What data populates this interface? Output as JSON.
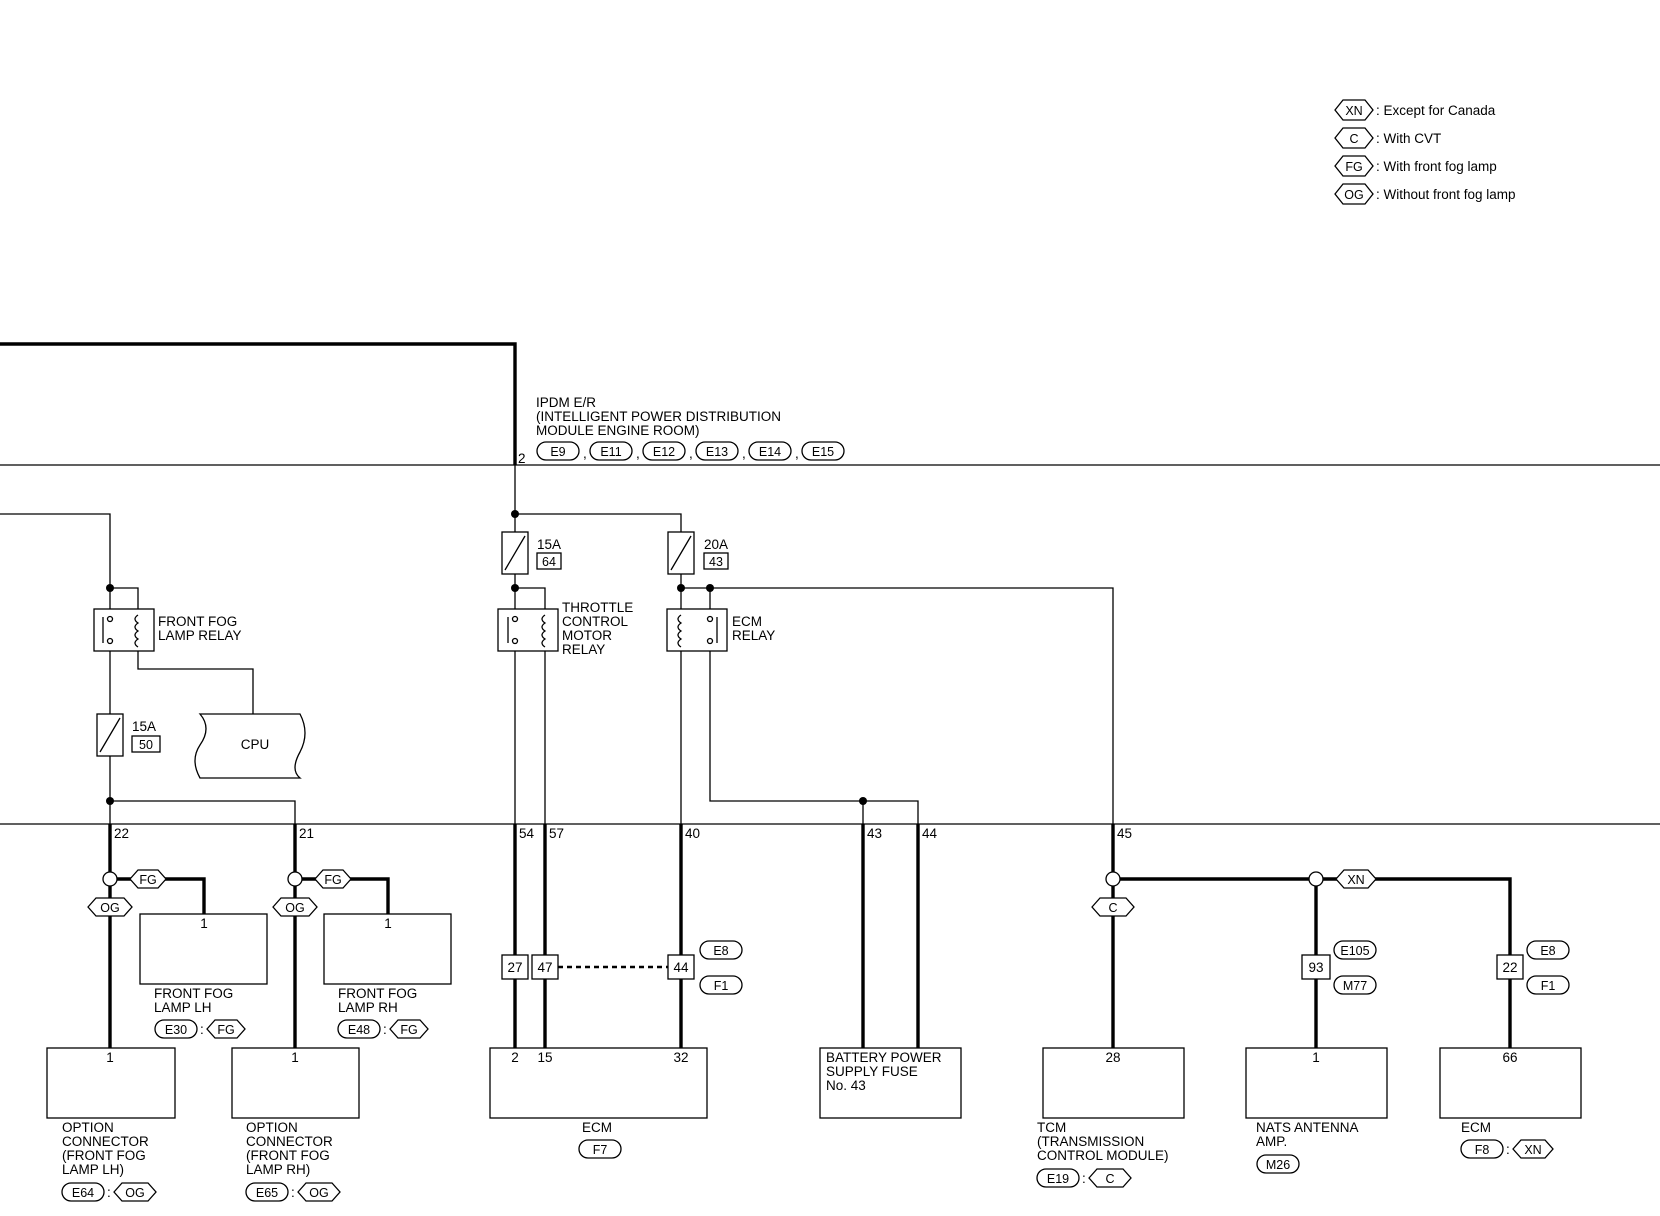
{
  "legend": [
    {
      "code": "XN",
      "text": ": Except for Canada"
    },
    {
      "code": "C",
      "text": ": With CVT"
    },
    {
      "code": "FG",
      "text": ": With front fog lamp"
    },
    {
      "code": "OG",
      "text": ": Without front fog lamp"
    }
  ],
  "ipdm": {
    "title": [
      "IPDM E/R",
      "(INTELLIGENT POWER DISTRIBUTION",
      " MODULE ENGINE ROOM)"
    ],
    "pin": "2",
    "connectors": [
      "E9",
      "E11",
      "E12",
      "E13",
      "E14",
      "E15"
    ],
    "separator": ","
  },
  "fuses": [
    {
      "amp": "15A",
      "no": "64"
    },
    {
      "amp": "20A",
      "no": "43"
    },
    {
      "amp": "15A",
      "no": "50"
    }
  ],
  "relays": {
    "front_fog": [
      "FRONT FOG",
      "LAMP RELAY"
    ],
    "throttle": [
      "THROTTLE",
      "CONTROL",
      "MOTOR",
      "RELAY"
    ],
    "ecm": [
      "ECM",
      "RELAY"
    ]
  },
  "cpu": "CPU",
  "ipdm_pins": [
    "22",
    "21",
    "54",
    "57",
    "40",
    "43",
    "44",
    "45"
  ],
  "tags": {
    "fg": "FG",
    "og": "OG",
    "c": "C",
    "xn": "XN"
  },
  "fog_lh": {
    "pin": "1",
    "name": [
      "FRONT FOG",
      "LAMP LH"
    ],
    "conn": "E30",
    "sep": ":"
  },
  "fog_rh": {
    "pin": "1",
    "name": [
      "FRONT FOG",
      "LAMP RH"
    ],
    "conn": "E48",
    "sep": ":"
  },
  "opt_lh": {
    "pin": "1",
    "name": [
      "OPTION",
      "CONNECTOR",
      "(FRONT FOG",
      " LAMP LH)"
    ],
    "conn": "E64",
    "sep": ":"
  },
  "opt_rh": {
    "pin": "1",
    "name": [
      "OPTION",
      "CONNECTOR",
      "(FRONT FOG",
      " LAMP RH)"
    ],
    "conn": "E65",
    "sep": ":"
  },
  "joint": {
    "pins": [
      "27",
      "47",
      "44"
    ],
    "conns": [
      "E8",
      "F1"
    ]
  },
  "ecm_main": {
    "pins": [
      "2",
      "15",
      "32"
    ],
    "name": "ECM",
    "conn": "F7"
  },
  "battery_fuse": {
    "name": [
      "BATTERY POWER",
      "SUPPLY FUSE",
      "No. 43"
    ]
  },
  "tcm": {
    "pin": "28",
    "name": [
      "TCM",
      "(TRANSMISSION",
      " CONTROL MODULE)"
    ],
    "conn": "E19",
    "sep": ":"
  },
  "nats_joint": {
    "pin": "93",
    "conns": [
      "E105",
      "M77"
    ]
  },
  "nats": {
    "pin": "1",
    "name": [
      "NATS ANTENNA",
      "AMP."
    ],
    "conn": "M26"
  },
  "ecm_joint": {
    "pin": "22",
    "conns": [
      "E8",
      "F1"
    ]
  },
  "ecm2": {
    "pin": "66",
    "name": "ECM",
    "conn": "F8",
    "sep": ":"
  }
}
